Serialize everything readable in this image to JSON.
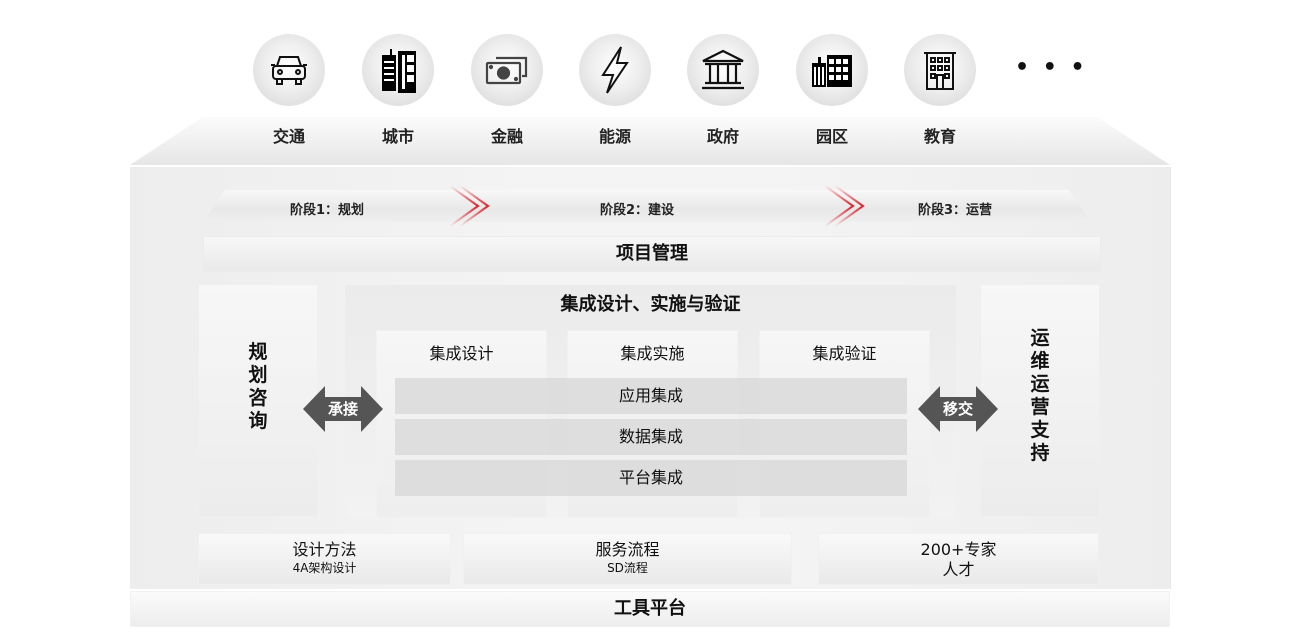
{
  "industries": [
    {
      "label": "交通",
      "icon": "car-icon"
    },
    {
      "label": "城市",
      "icon": "city-buildings-icon"
    },
    {
      "label": "金融",
      "icon": "money-icon"
    },
    {
      "label": "能源",
      "icon": "lightning-icon"
    },
    {
      "label": "政府",
      "icon": "government-building-icon"
    },
    {
      "label": "园区",
      "icon": "park-buildings-icon"
    },
    {
      "label": "教育",
      "icon": "school-building-icon"
    }
  ],
  "more": "• • •",
  "stages": [
    {
      "label": "阶段1：规划"
    },
    {
      "label": "阶段2：建设"
    },
    {
      "label": "阶段3：运营"
    }
  ],
  "colors": {
    "accent": "#d9232d",
    "arrow": "#555555"
  },
  "project_management": "项目管理",
  "left_column": {
    "chars": [
      "规",
      "划",
      "咨",
      "询"
    ]
  },
  "right_column": {
    "chars": [
      "运",
      "维",
      "运",
      "营",
      "支",
      "持"
    ]
  },
  "center": {
    "title": "集成设计、实施与验证",
    "columns": [
      "集成设计",
      "集成实施",
      "集成验证"
    ],
    "rows": [
      "应用集成",
      "数据集成",
      "平台集成"
    ]
  },
  "arrows": {
    "left": "承接",
    "right": "移交"
  },
  "bottom": [
    {
      "title": "设计方法",
      "subtitle": "4A架构设计"
    },
    {
      "title": "服务流程",
      "subtitle": "SD流程"
    },
    {
      "title": "200+专家",
      "subtitle": "人才"
    }
  ],
  "tools_platform": "工具平台"
}
